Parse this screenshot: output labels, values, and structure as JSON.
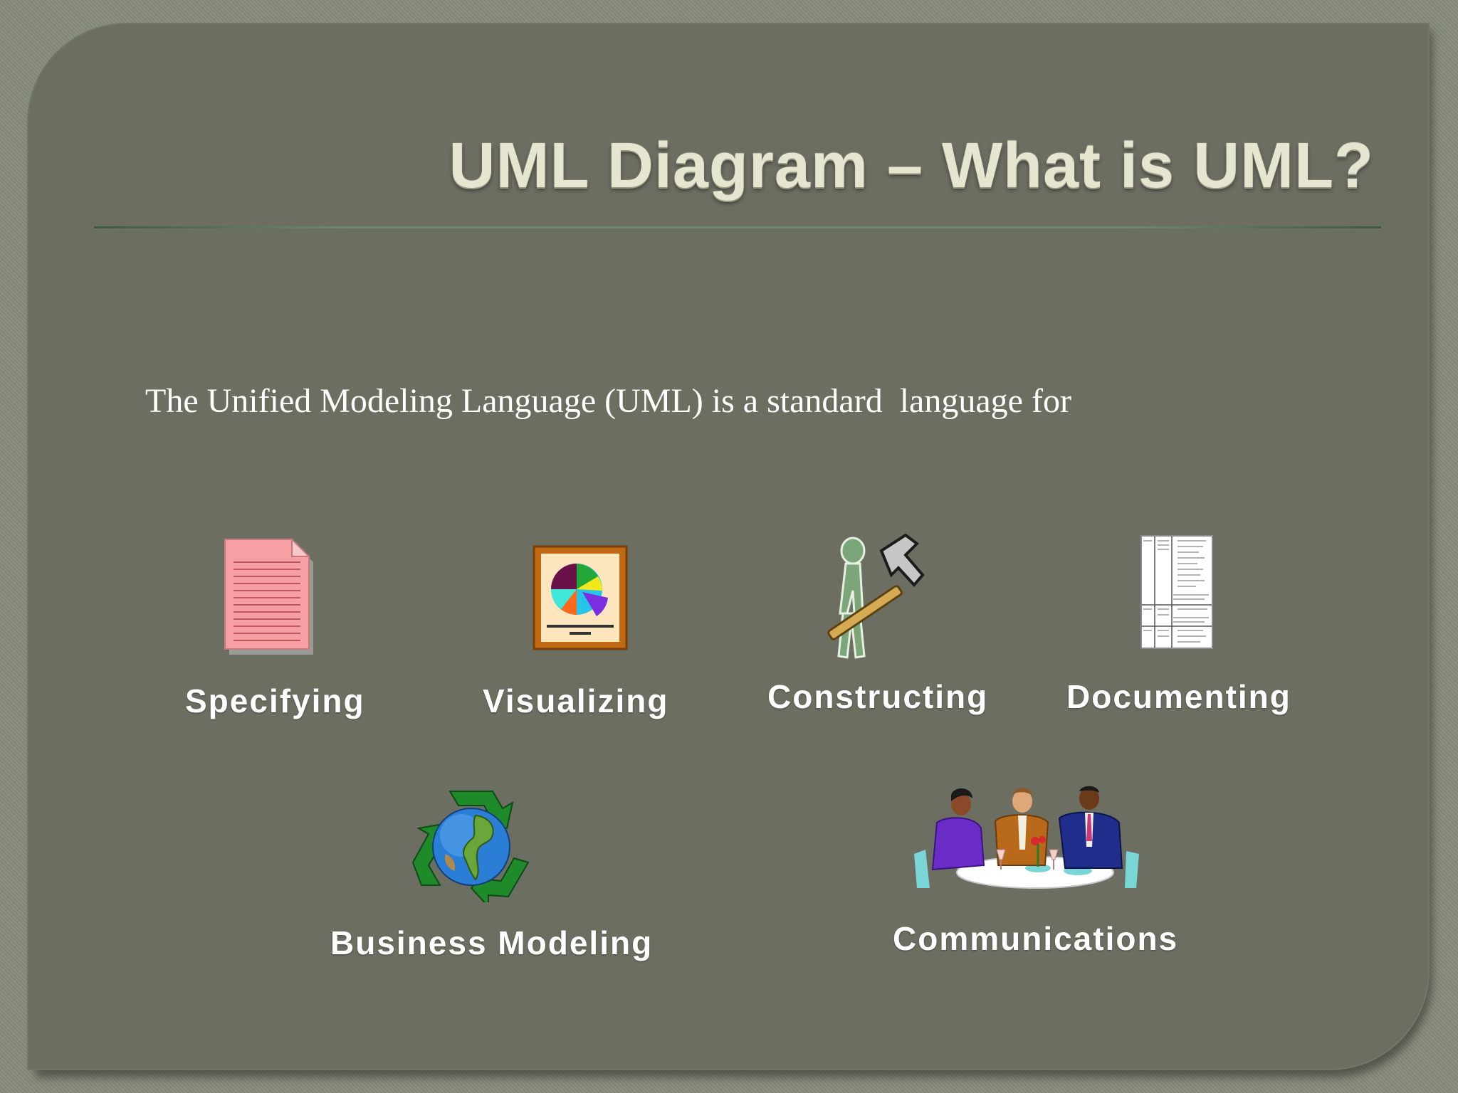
{
  "slide": {
    "title": "UML Diagram – What is UML?",
    "intro": "The Unified Modeling Language (UML) is a standard  language for"
  },
  "purposes": [
    {
      "label": "Specifying",
      "icon": "document-icon"
    },
    {
      "label": "Visualizing",
      "icon": "pie-chart-icon"
    },
    {
      "label": "Constructing",
      "icon": "hammer-figure-icon"
    },
    {
      "label": "Documenting",
      "icon": "table-document-icon"
    },
    {
      "label": "Business Modeling",
      "icon": "recycle-globe-icon"
    },
    {
      "label": "Communications",
      "icon": "meeting-people-icon"
    }
  ],
  "colors": {
    "panel": "#6c6e62",
    "title_text": "#e6e6d0",
    "body_text": "#ffffff",
    "rule": "#6e8a6e"
  }
}
